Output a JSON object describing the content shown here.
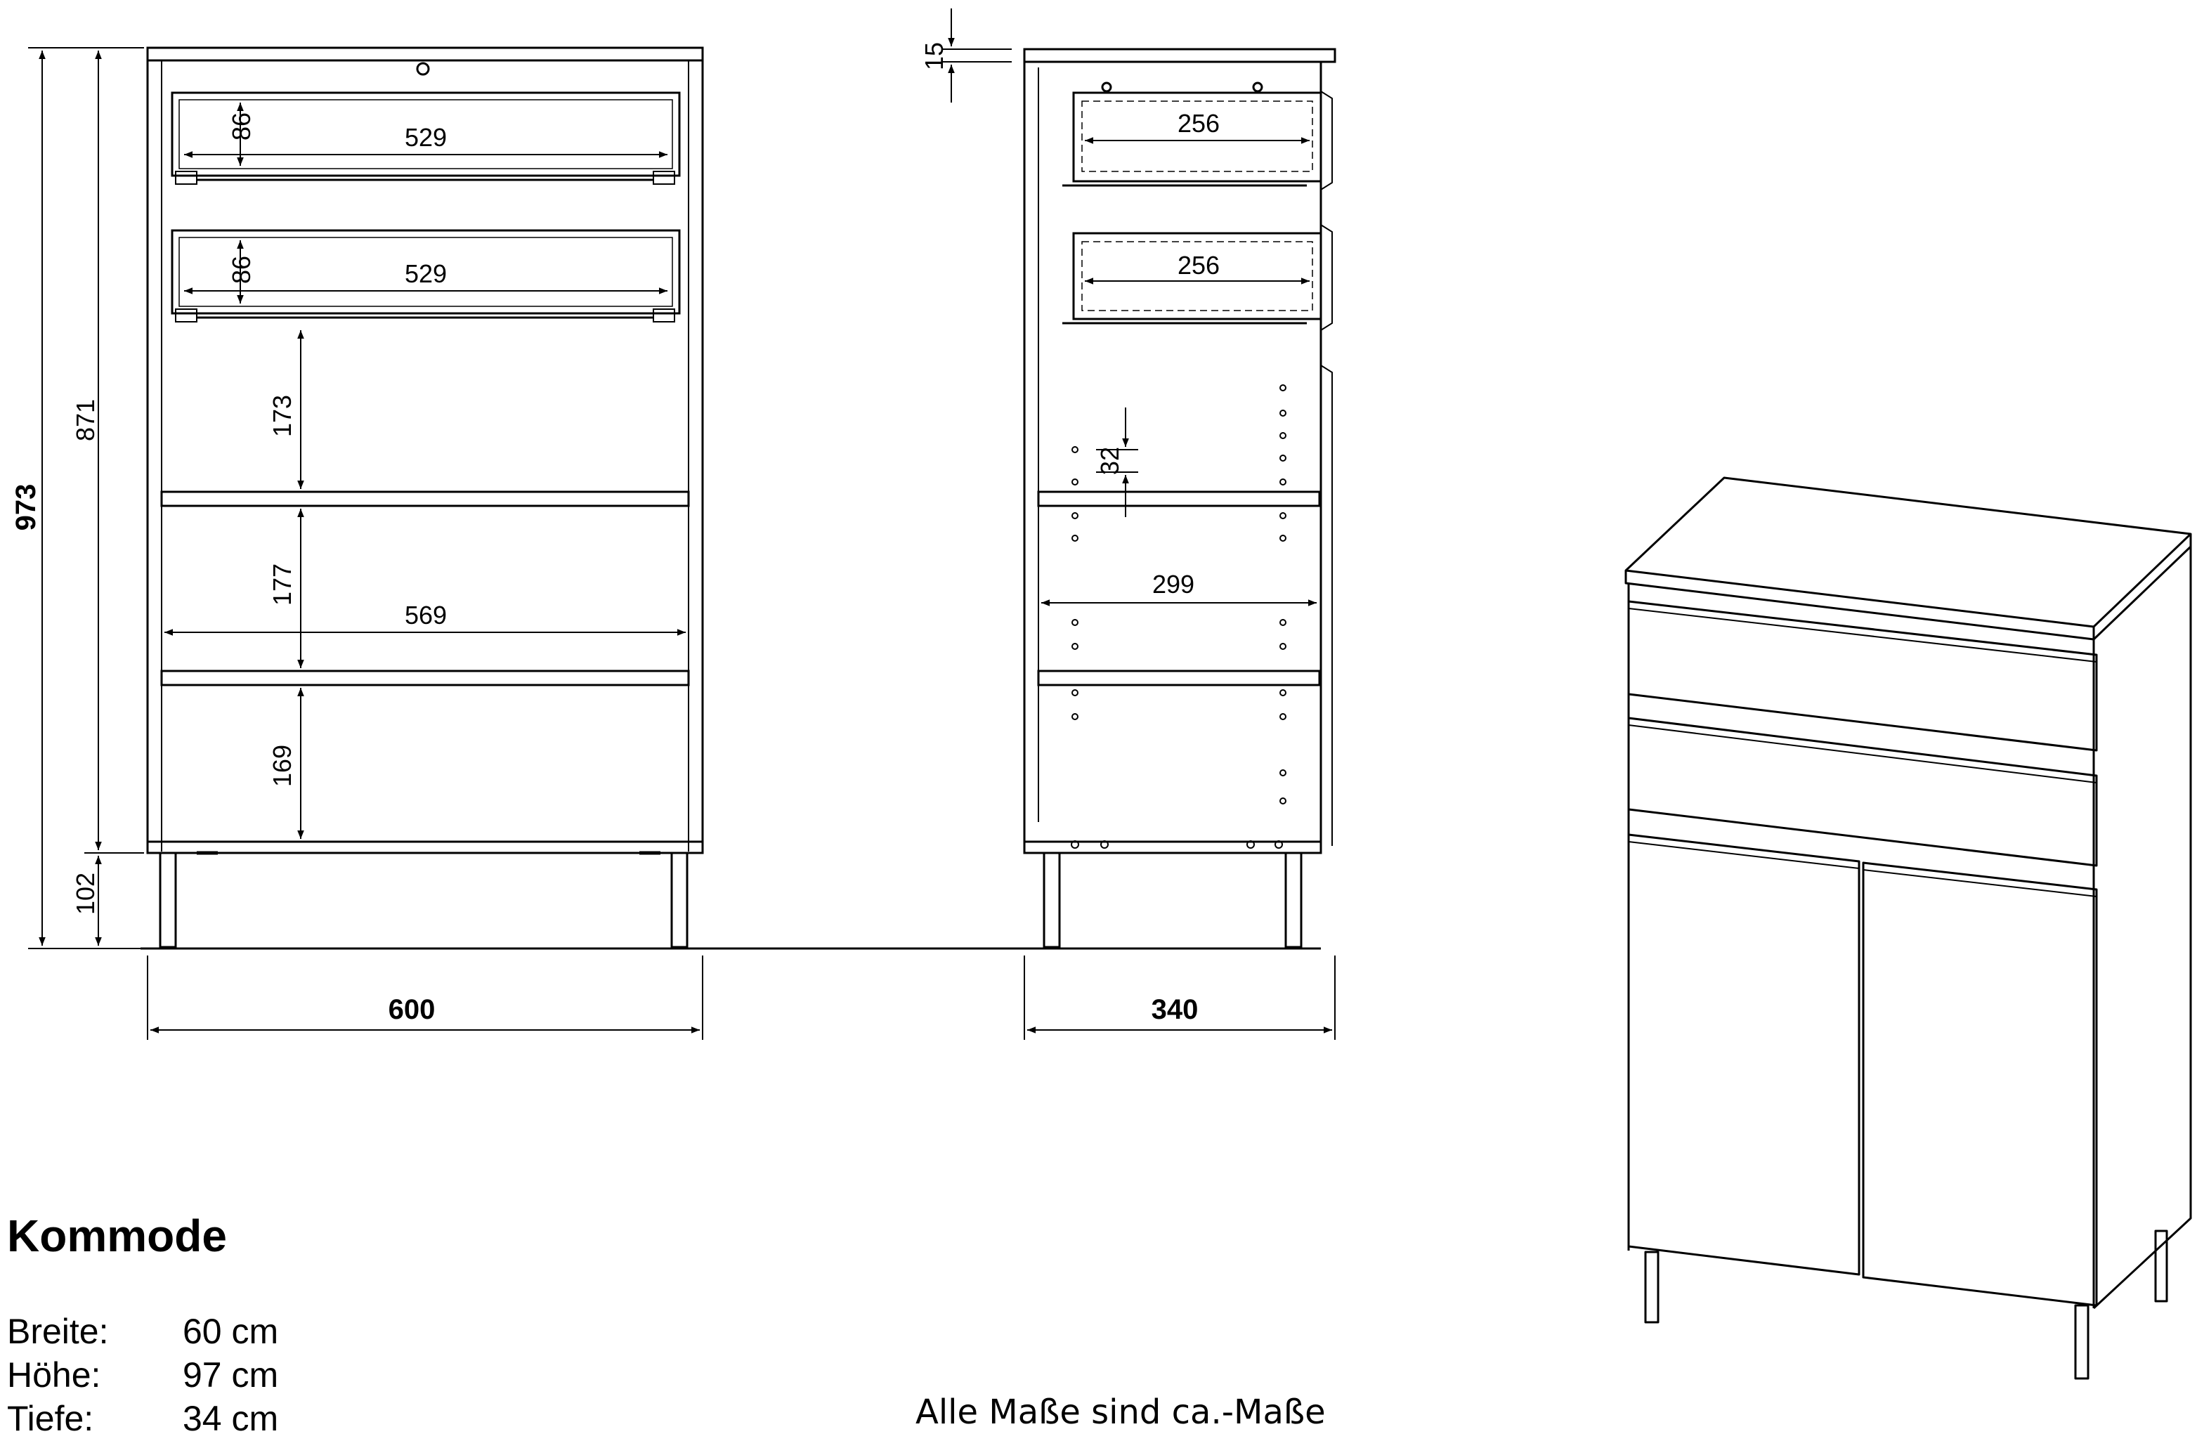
{
  "product": {
    "title": "Kommode",
    "specs": [
      {
        "label": "Breite:",
        "value": "60 cm"
      },
      {
        "label": "Höhe:",
        "value": "97 cm"
      },
      {
        "label": "Tiefe:",
        "value": "34 cm"
      }
    ]
  },
  "note": "Alle Maße sind ca.-Maße",
  "front_view": {
    "overall_width": "600",
    "overall_height": "973",
    "body_height": "871",
    "leg_height": "102",
    "drawer_inner_height": "86",
    "drawer_1_inner_width": "529",
    "drawer_2_inner_width": "529",
    "compartment_upper_height": "173",
    "compartment_middle_height": "177",
    "inner_width": "569",
    "compartment_lower_height": "169"
  },
  "side_view": {
    "overall_depth": "340",
    "top_thickness": "15",
    "drawer_1_depth": "256",
    "drawer_2_depth": "256",
    "hole_spacing": "32",
    "shelf_depth": "299"
  }
}
